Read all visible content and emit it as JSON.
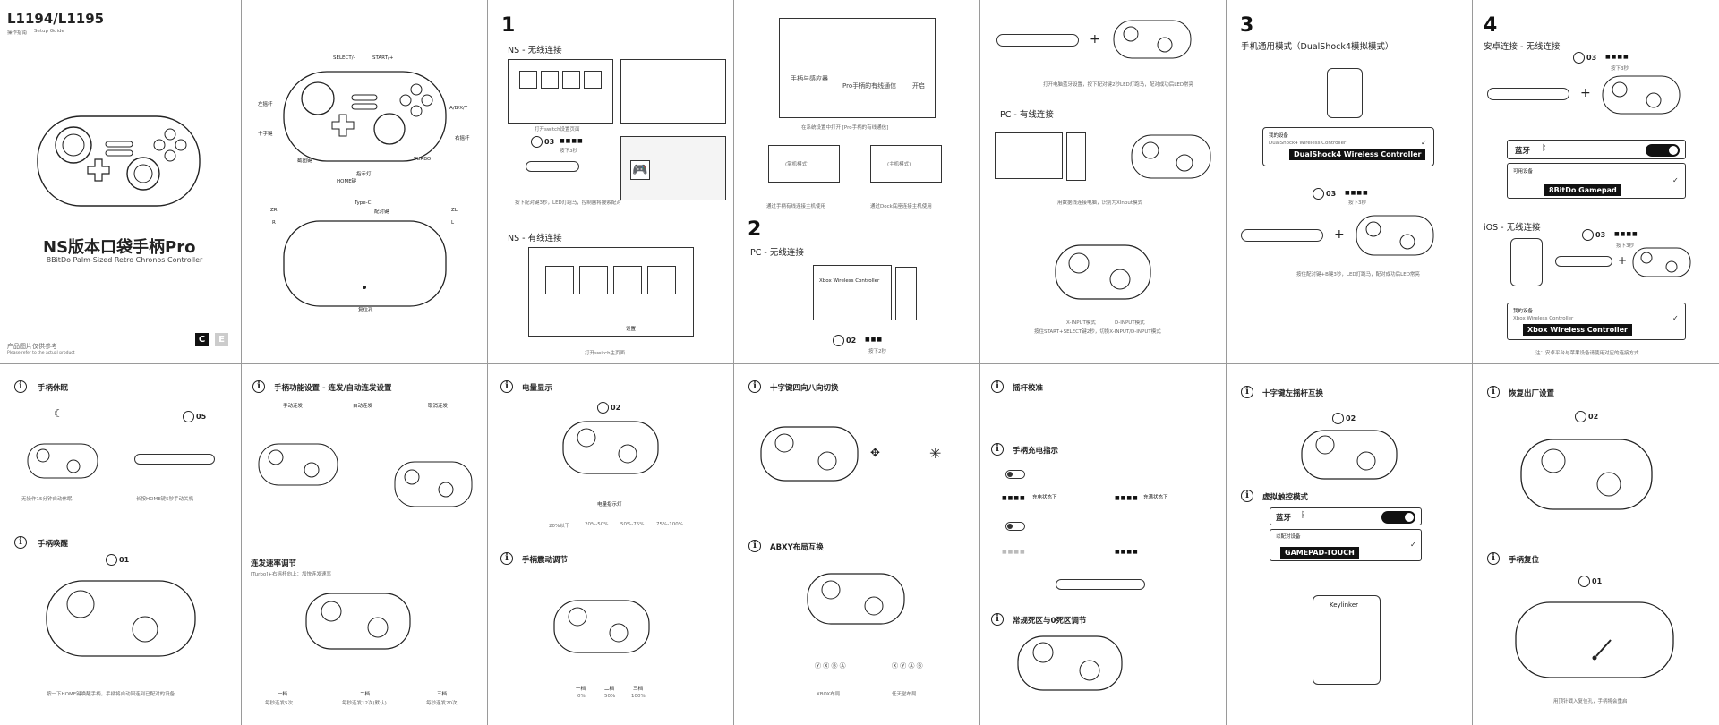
{
  "cover": {
    "model": "L1194/L1195",
    "subtitle_cn": "操作指南",
    "subtitle_en": "Setup Guide",
    "title_cn": "NS版本口袋手柄Pro",
    "title_en": "8BitDo Palm-Sized Retro Chronos Controller",
    "note_cn": "产品图片仅供参考",
    "note_en": "Please refer to the actual product",
    "logo_c": "C",
    "logo_e": "E"
  },
  "layout": {
    "labels": {
      "select": "SELECT/-",
      "start": "START/+",
      "left_stick": "左摇杆",
      "dpad": "十字键",
      "home": "HOME键",
      "led": "指示灯",
      "screenshot": "截图键",
      "turbo": "TURBO",
      "abxy": "A/B/X/Y",
      "right_stick": "右摇杆",
      "typec": "Type-C",
      "pair": "配对键",
      "zr": "ZR",
      "r": "R",
      "zl": "ZL",
      "l": "L",
      "reset": "复位孔"
    }
  },
  "ns": {
    "step": "1",
    "wireless_title": "NS - 无线连接",
    "wired_title": "NS - 有线连接",
    "hold_03": "03",
    "hold_label": "按下3秒",
    "caption1": "打开switch设置页面",
    "caption2": "按下配对键3秒，LED灯跑马，控制器将搜索配对",
    "caption3": "打开switch主页面",
    "caption_wired": "打开switch主页面",
    "setting_label": "设置"
  },
  "ns_settings": {
    "setting_row1": "手柄与感应器",
    "setting_row2": "Pro手柄的有线通信",
    "setting_toggle": "开启",
    "caption": "在系统设置中打开 [Pro手柄的有线通信]",
    "mode1": "(掌机模式)",
    "mode2": "(主机模式)",
    "caption_mode1": "通过手柄有线连接主机使用",
    "caption_mode2": "通过Dock底座连接主机使用"
  },
  "pc_wireless": {
    "step": "2",
    "title": "PC - 无线连接",
    "device": "Xbox Wireless Controller",
    "hold_02": "02",
    "hold_label": "按下2秒"
  },
  "pc_wired": {
    "title": "PC - 有线连接",
    "caption1": "打开电脑蓝牙设置，按下配对键2秒LED灯跑马，配对成功后LED常亮",
    "caption2": "用数据线连接电脑，识别为XInput模式",
    "mode_x": "X-INPUT模式",
    "mode_d": "D-INPUT模式",
    "caption3": "按住START+SELECT键2秒，切换X-INPUT/D-INPUT模式"
  },
  "mobile_ds4": {
    "step": "3",
    "title": "手机通用模式（DualShock4模拟模式）",
    "my_devices": "我的设备",
    "device_hint": "DualShock4 Wireless Controller",
    "device": "DualShock4 Wireless Controller",
    "hold_03": "03",
    "hold_label": "按下3秒",
    "caption": "按住配对键+B键3秒，LED灯跑马，配对成功后LED常亮"
  },
  "android": {
    "step": "4",
    "title": "安卓连接 - 无线连接",
    "bluetooth": "蓝牙",
    "available": "可用设备",
    "device": "8BitDo Gamepad",
    "hold_03": "03",
    "hold_label": "按下3秒"
  },
  "ios": {
    "title": "iOS - 无线连接",
    "my_devices": "我的设备",
    "device_hint": "Xbox Wireless Controller",
    "device": "Xbox Wireless Controller",
    "hold_03": "03",
    "hold_label": "按下3秒",
    "note": "注：安卓平台与苹果设备请使用对应的连接方式"
  },
  "bottom": {
    "sleep_title": "手柄休眠",
    "sleep_hold": "05",
    "sleep_cap1": "无操作15分钟自动休眠",
    "sleep_cap2": "长按HOME键5秒手动关机",
    "wake_title": "手柄唤醒",
    "wake_hold": "01",
    "wake_cap": "按一下HOME键唤醒手柄，手柄将自动回连到已配对的设备",
    "turbo_title": "手柄功能设置 - 连发/自动连发设置",
    "turbo_manual": "手动连发",
    "turbo_auto": "自动连发",
    "turbo_cancel": "取消连发",
    "turbo_speed_title": "连发速率调节",
    "turbo_speed_desc": "[Turbo]+右摇杆向上：加快连发速率",
    "speed1": "一档",
    "speed2": "二档",
    "speed3": "三档",
    "speed_cap1": "每秒连发5次",
    "speed_cap2": "每秒连发12次(默认)",
    "speed_cap3": "每秒连发20次",
    "battery_title": "电量显示",
    "battery_hold": "02",
    "battery_caption": "电量指示灯",
    "battery_levels": [
      "20%以下",
      "20%-50%",
      "50%-75%",
      "75%-100%"
    ],
    "vibe_title": "手柄震动调节",
    "vibe_levels": [
      "一档",
      "二档",
      "三档"
    ],
    "vibe_pct": [
      "0%",
      "50%",
      "100%"
    ],
    "dpad_title": "十字键四向八向切换",
    "abxy_title": "ABXY布局互换",
    "abxy_cap1": "XBOX布局",
    "abxy_cap2": "任天堂布局",
    "calib_title": "摇杆校准",
    "charge_title": "手柄充电指示",
    "charge_state1": "充电状态下",
    "charge_state2": "充满状态下",
    "deadzone_title": "常规死区与0死区调节",
    "dpad_swap_title": "十字键左摇杆互换",
    "dpad_swap_hold": "02",
    "touch_title": "虚拟触控模式",
    "touch_bt": "蓝牙",
    "touch_avail": "以配对设备",
    "touch_device": "GAMEPAD-TOUCH",
    "app_name": "Keylinker",
    "reset_title": "恢复出厂设置",
    "reset_hold": "02",
    "hwreset_title": "手柄复位",
    "hwreset_hold": "01",
    "hwreset_cap": "用顶针戳入复位孔，手柄将会重启"
  },
  "colors": {
    "ink": "#222222",
    "line": "#9a9a9a",
    "accent": "#111111"
  }
}
